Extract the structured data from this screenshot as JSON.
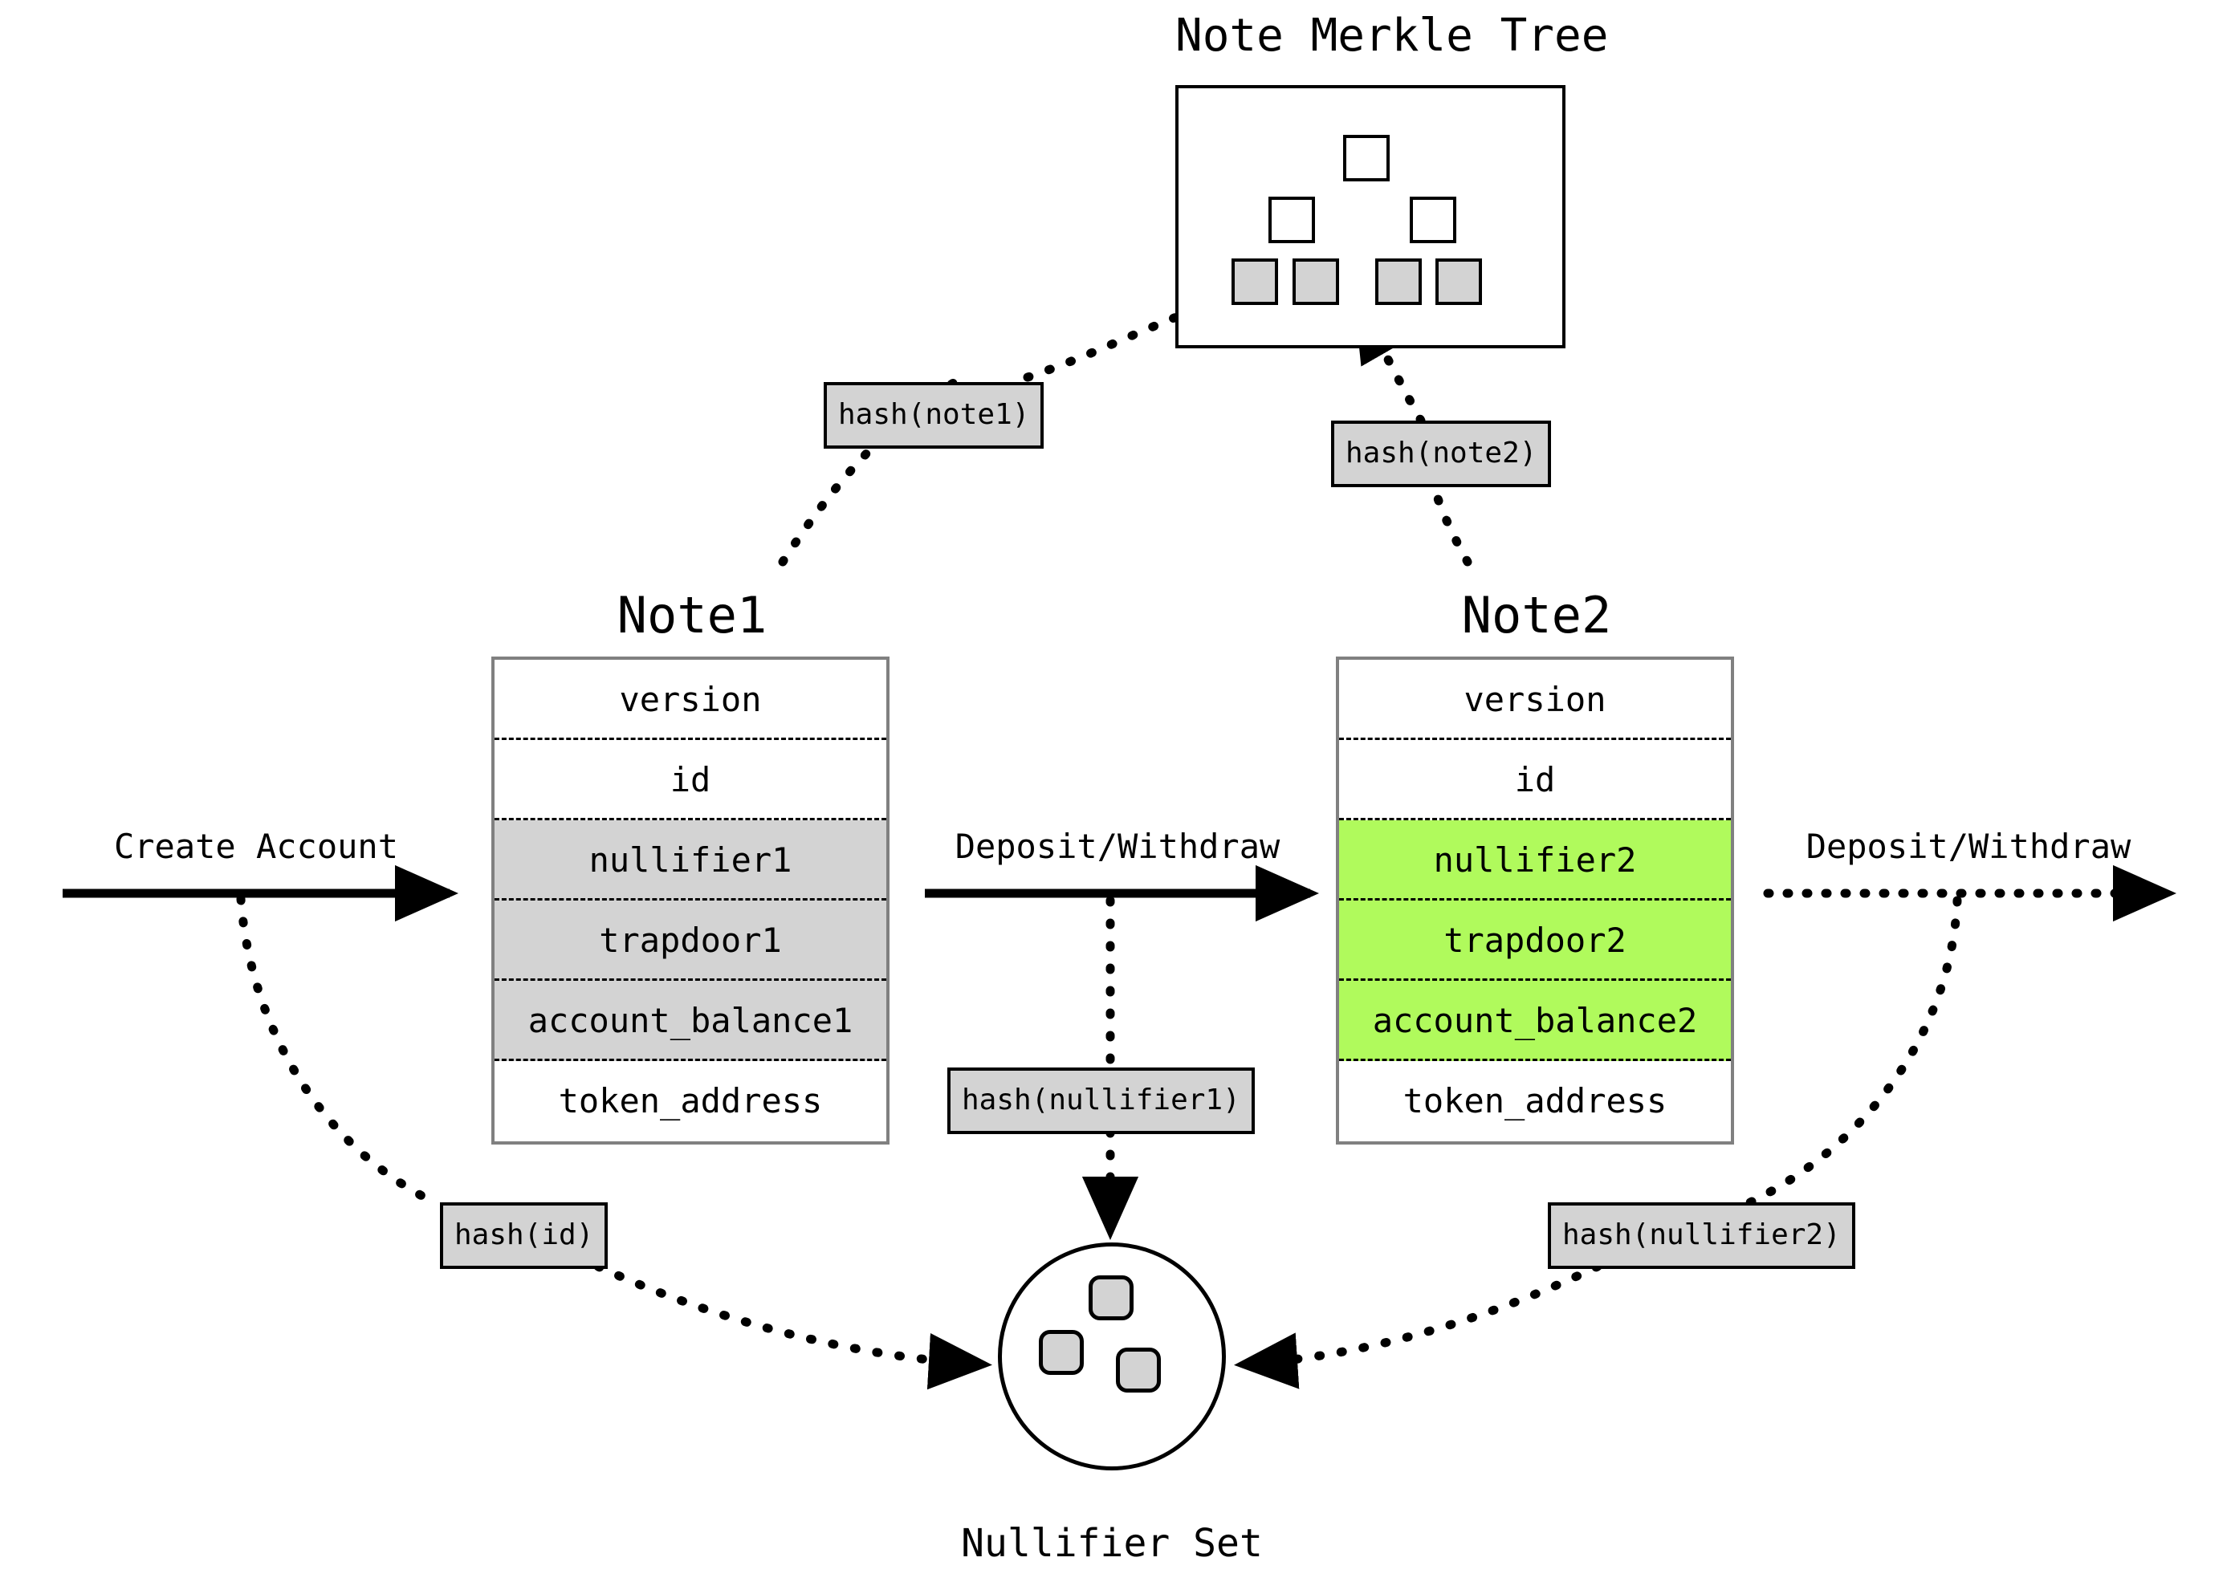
{
  "merkle": {
    "title": "Note Merkle Tree",
    "levels": [
      {
        "name": "root",
        "count": 1,
        "fill": "white"
      },
      {
        "name": "branch",
        "count": 2,
        "fill": "white"
      },
      {
        "name": "leaf",
        "count": 4,
        "fill": "gray"
      }
    ]
  },
  "notes": [
    {
      "title": "Note1",
      "rows": [
        {
          "label": "version",
          "fill": "plain"
        },
        {
          "label": "id",
          "fill": "plain"
        },
        {
          "label": "nullifier1",
          "fill": "gray"
        },
        {
          "label": "trapdoor1",
          "fill": "gray"
        },
        {
          "label": "account_balance1",
          "fill": "gray"
        },
        {
          "label": "token_address",
          "fill": "plain"
        }
      ]
    },
    {
      "title": "Note2",
      "rows": [
        {
          "label": "version",
          "fill": "plain"
        },
        {
          "label": "id",
          "fill": "plain"
        },
        {
          "label": "nullifier2",
          "fill": "green"
        },
        {
          "label": "trapdoor2",
          "fill": "green"
        },
        {
          "label": "account_balance2",
          "fill": "green"
        },
        {
          "label": "token_address",
          "fill": "plain"
        }
      ]
    }
  ],
  "flows": [
    {
      "label": "Create Account",
      "style": "solid"
    },
    {
      "label": "Deposit/Withdraw",
      "style": "solid"
    },
    {
      "label": "Deposit/Withdraw",
      "style": "dotted"
    }
  ],
  "chips": [
    {
      "label": "hash(note1)"
    },
    {
      "label": "hash(note2)"
    },
    {
      "label": "hash(id)"
    },
    {
      "label": "hash(nullifier1)"
    },
    {
      "label": "hash(nullifier2)"
    }
  ],
  "nullifier_set": {
    "title": "Nullifier Set",
    "items": 3
  },
  "colors": {
    "highlight_green": "#b0fa5c",
    "highlight_gray": "#d3d3d3",
    "stroke": "#000000",
    "table_border": "#808080",
    "background": "#ffffff"
  }
}
